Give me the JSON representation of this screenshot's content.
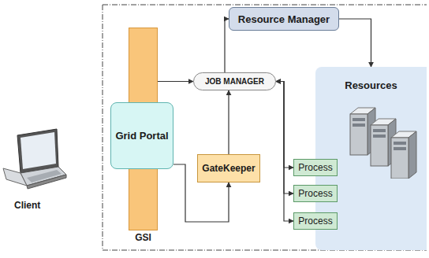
{
  "diagram": {
    "nodes": [
      {
        "text": [
          "Resource Manager"
        ]
      },
      {
        "text": [
          "GSI"
        ]
      },
      {
        "text": [
          "Grid Portal"
        ]
      },
      {
        "text": [
          "JOB MANAGER"
        ]
      },
      {
        "text": [
          "GateKeeper"
        ]
      },
      {
        "text": [
          "Resources"
        ]
      },
      {
        "text": [
          "Process"
        ]
      },
      {
        "text": [
          "Process"
        ]
      },
      {
        "text": [
          "Process"
        ]
      }
    ],
    "edges": [
      {
        "from": 2,
        "to": 4,
        "arrow": "to"
      },
      {
        "from": 4,
        "to": 3,
        "arrow": "to"
      },
      {
        "from": 3,
        "to": 0,
        "arrow": "to"
      },
      {
        "from": 0,
        "to": 5,
        "arrow": "to"
      },
      {
        "from": 1,
        "to": 3,
        "arrow": "to"
      },
      {
        "from": 3,
        "to": 6,
        "arrow": "both"
      },
      {
        "from": 3,
        "to": 7,
        "arrow": "both"
      },
      {
        "from": 3,
        "to": 8,
        "arrow": "both"
      }
    ],
    "labels": [
      "Client"
    ]
  }
}
